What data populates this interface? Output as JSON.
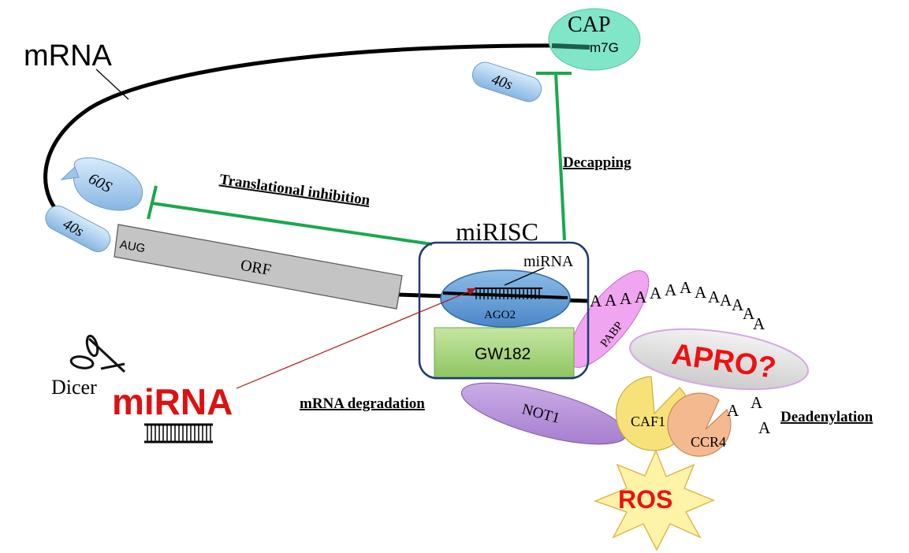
{
  "labels": {
    "mrna": "mRNA",
    "cap": "CAP",
    "m7g": "m7G",
    "forty_s_top": "40s",
    "sixty_s": "60S",
    "forty_s_left": "40s",
    "aug": "AUG",
    "orf": "ORF",
    "mirisc": "miRISC",
    "mirna_small": "miRNA",
    "ago2": "AGO2",
    "gw182": "GW182",
    "pabp": "PABP",
    "poly_a": [
      "A",
      "A",
      "A",
      "A",
      "A",
      "A",
      "A",
      "A",
      "A",
      "A",
      "A",
      "A",
      "A"
    ],
    "apro": "APRO?",
    "caf1": "CAF1",
    "ccr4": "CCR4",
    "not1": "NOT1",
    "ros": "ROS",
    "dicer": "Dicer",
    "mirna_big": "miRNA",
    "translational_inhibition": "Translational inhibition",
    "decapping": "Decapping",
    "mrna_degradation": "mRNA degradation",
    "deadenylation": "Deadenylation",
    "free_a": [
      "A",
      "A",
      "A"
    ]
  },
  "colors": {
    "inhibition": "#1aa84e",
    "cap": "#7fe6c8",
    "ribosome": "#9cc6ea",
    "ago2": "#5b9bd5",
    "gw182": "#a9d77a",
    "pabp": "#ee99ee",
    "apro_text": "#ee1111",
    "caf1": "#f7e27a",
    "ccr4": "#f4b98f",
    "not1": "#b48ad8",
    "ros_fill": "#fff3a8",
    "mirna_red": "#dd1111"
  }
}
